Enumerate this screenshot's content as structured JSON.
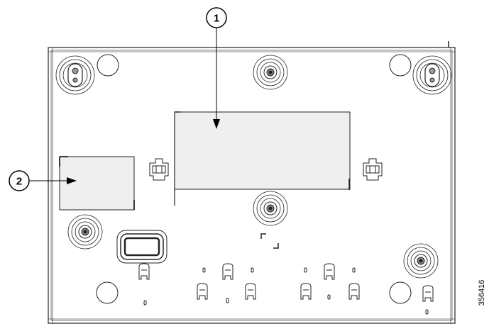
{
  "figure": {
    "id": "356416",
    "background": "#ffffff",
    "line_color": "#222222",
    "panel_fill": "#efefef"
  },
  "callouts": [
    {
      "number": "1",
      "target": "label-panel-large"
    },
    {
      "number": "2",
      "target": "label-panel-small"
    }
  ]
}
